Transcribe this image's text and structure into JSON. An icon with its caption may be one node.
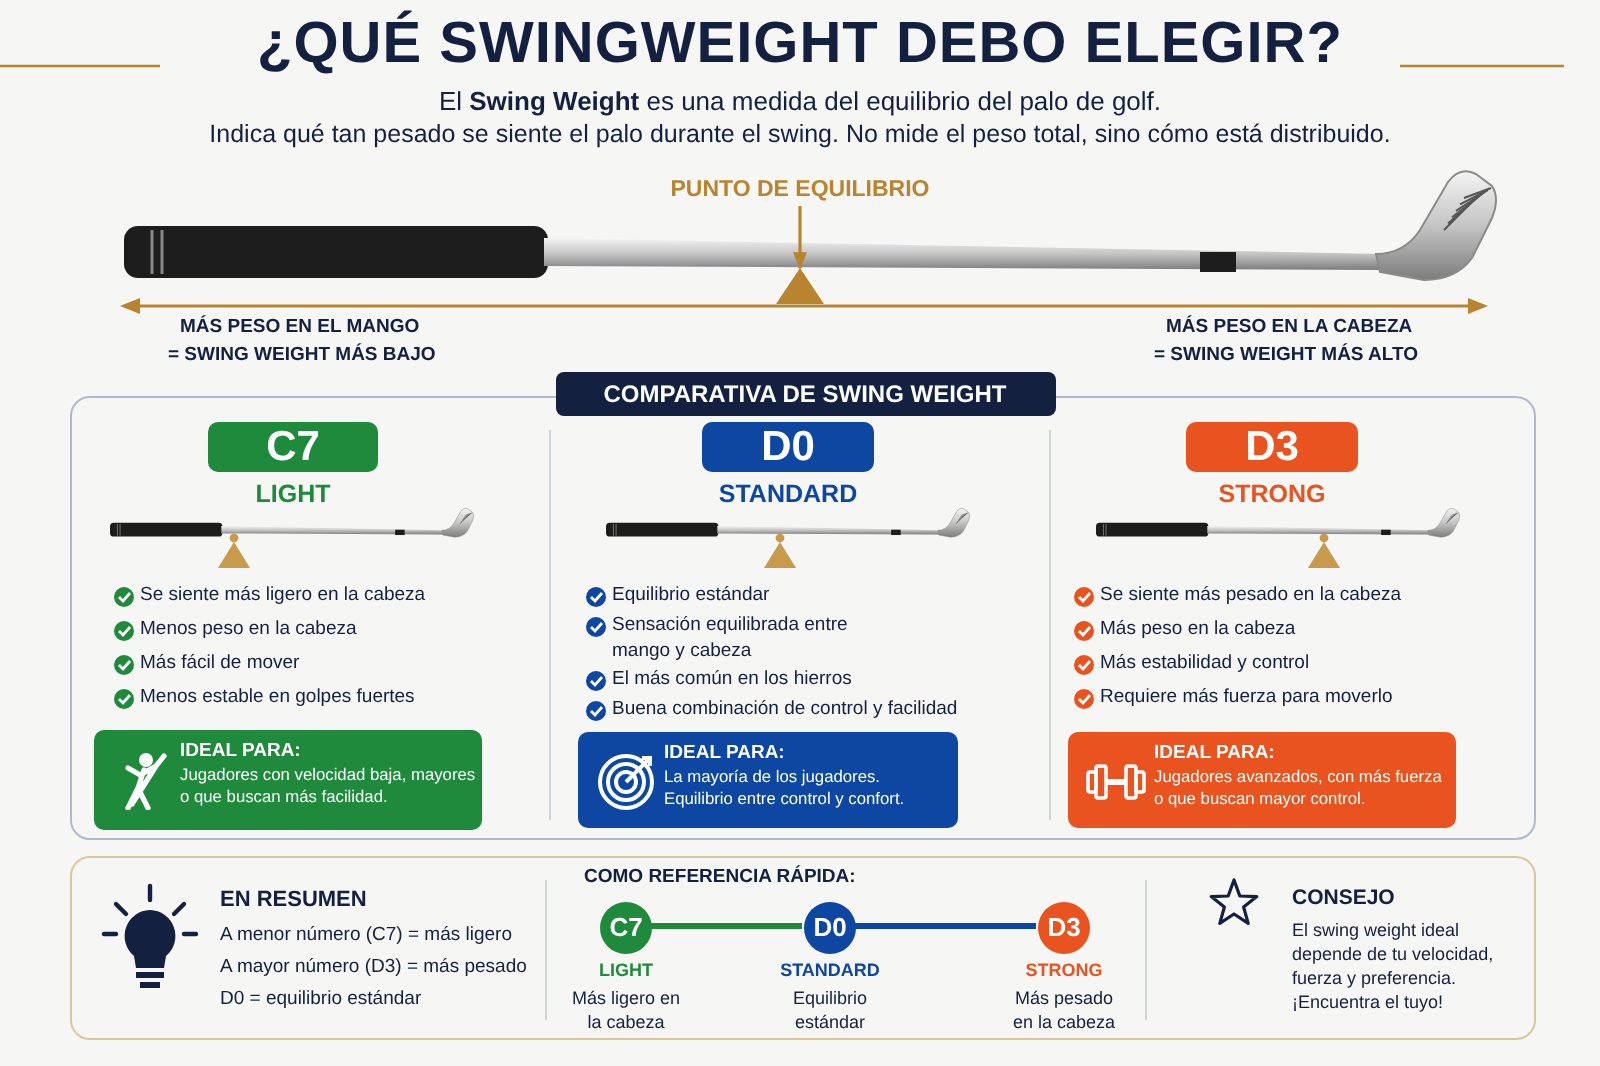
{
  "diagram": {
    "title": "¿QUÉ SWINGWEIGHT DEBO ELEGIR?",
    "nodes": [
      {
        "text": [
          "PUNTO DE EQUILIBRIO"
        ]
      },
      {
        "text": [
          "COMPARATIVA DE SWING WEIGHT"
        ]
      },
      {
        "text": [
          "C7"
        ],
        "in": 1,
        "beside": [
          "LIGHT"
        ]
      },
      {
        "text": [
          "IDEAL PARA:",
          "Jugadores con velocidad baja, mayores o que buscan más facilidad."
        ],
        "in": 1
      },
      {
        "text": [
          "D0"
        ],
        "in": 1,
        "beside": [
          "STANDARD"
        ]
      },
      {
        "text": [
          "IDEAL PARA:",
          "La mayoría de los jugadores. Equilibrio entre control y confort."
        ],
        "in": 1
      },
      {
        "text": [
          "D3"
        ],
        "in": 1,
        "beside": [
          "STRONG"
        ]
      },
      {
        "text": [
          "IDEAL PARA:",
          "Jugadores avanzados, con más fuerza o que buscan mayor control."
        ],
        "in": 1
      },
      {
        "text": [],
        "shape": "box"
      },
      {
        "text": [
          "C7"
        ],
        "in": 8,
        "beside": [
          "LIGHT",
          "Más ligero en la cabeza"
        ]
      },
      {
        "text": [
          "D0"
        ],
        "in": 8,
        "beside": [
          "STANDARD",
          "Equilibrio estándar"
        ]
      },
      {
        "text": [
          "D3"
        ],
        "in": 8,
        "beside": [
          "STRONG",
          "Más pesado en la cabeza"
        ]
      },
      {
        "text": [],
        "shape": "triangle"
      }
    ],
    "edges": [
      {
        "from": 0,
        "to": 12,
        "arrow": "to",
        "color": "#b8842f"
      },
      {
        "from": 9,
        "to": 10,
        "arrow": "none",
        "color": "#1f8a3c"
      },
      {
        "from": 10,
        "to": 11,
        "arrow": "none",
        "color": "#0d47a1"
      }
    ],
    "labels": [
      "El **Swing Weight** es una medida del equilibrio del palo de golf.",
      "Indica qué tan pesado se siente el palo durante el swing. No mide el peso total, sino cómo está distribuido.",
      "MÁS PESO EN EL MANGO",
      "= SWING WEIGHT MÁS BAJO",
      "MÁS PESO EN LA CABEZA",
      "= SWING WEIGHT MÁS ALTO",
      "Se siente más ligero en la cabeza",
      "Menos peso en la cabeza",
      "Más fácil de mover",
      "Menos estable en golpes fuertes",
      "Equilibrio estándar",
      "Sensación equilibrada entre mango y cabeza",
      "El más común en los hierros",
      "Buena combinación de control y facilidad",
      "Se siente más pesado en la cabeza",
      "Más peso en la cabeza",
      "Más estabilidad y control",
      "Requiere más fuerza para moverlo",
      "EN RESUMEN",
      "A menor número (C7) = más ligero",
      "A mayor número (D3) = más pesado",
      "D0 = equilibrio estándar",
      "COMO REFERENCIA RÁPIDA:",
      "CONSEJO",
      "El swing weight ideal depende de tu velocidad, fuerza y preferencia. ¡Encuentra el tuyo!"
    ]
  }
}
